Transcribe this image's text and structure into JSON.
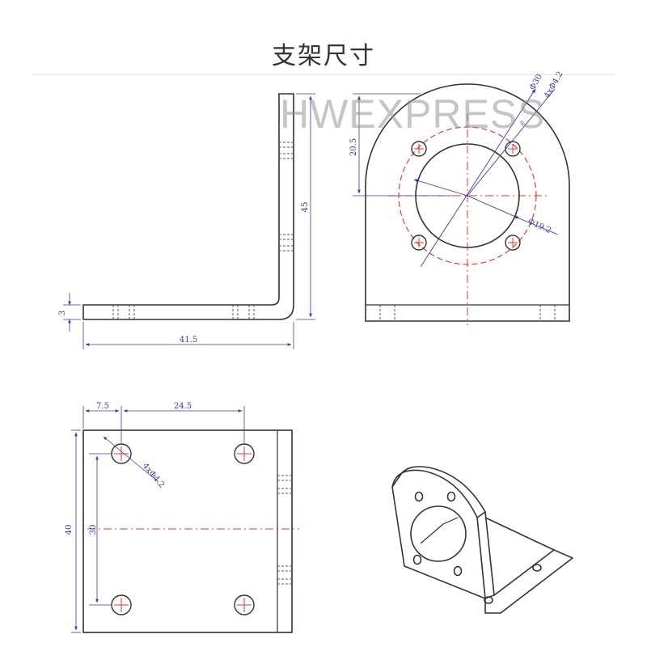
{
  "title": "支架尺寸",
  "watermark": "HWEXPRESS",
  "colors": {
    "outline": "#333333",
    "dimension": "#3a3aa8",
    "centerline": "#e53935",
    "hidden": "#555555"
  },
  "side_view": {
    "thickness": "3",
    "height": "45",
    "length": "41.5"
  },
  "front_view": {
    "hole_pattern": "Φ30",
    "holes": "4xΦ4.2",
    "offset": "20.5",
    "bore": "Φ19.2"
  },
  "top_view": {
    "edge_offset": "7.5",
    "hole_spacing_x": "24.5",
    "hole_spacing_y": "30",
    "width": "40",
    "holes": "4xΦ4.2"
  }
}
